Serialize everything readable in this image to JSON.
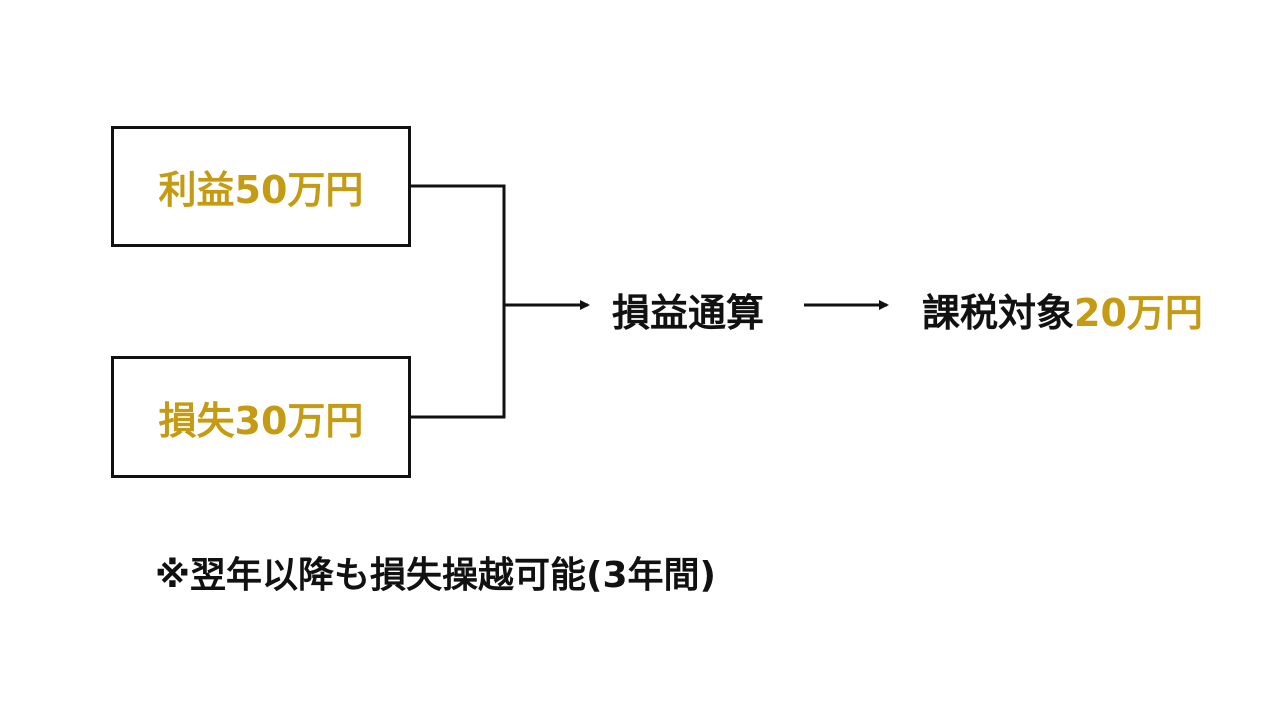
{
  "boxes": {
    "profit": "利益50万円",
    "loss": "損失30万円"
  },
  "offset": {
    "label": "損益通算"
  },
  "taxable": {
    "prefix": "課税対象",
    "amount": "20万円"
  },
  "note": "※翌年以降も損失操越可能(3年間)",
  "colors": {
    "accent": "#C49B12",
    "text": "#111111",
    "border": "#111111",
    "background": "#FFFFFF"
  }
}
